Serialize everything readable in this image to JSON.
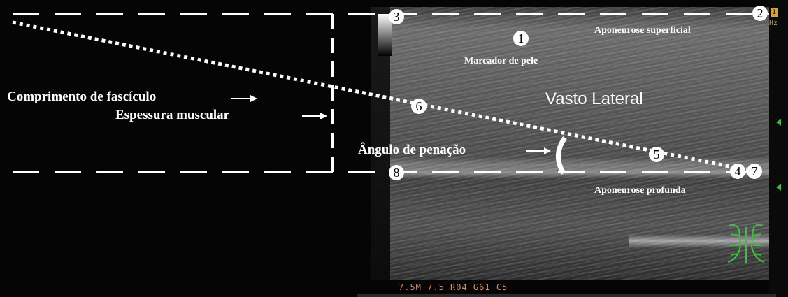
{
  "annotations": {
    "fascicle_length": "Comprimento de fascículo",
    "muscle_thickness": "Espessura muscular",
    "pennation_angle": "Ângulo de penação",
    "skin_marker": "Marcador de pele",
    "muscle": "Vasto Lateral",
    "superficial_aponeurosis": "Aponeurose superficial",
    "deep_aponeurosis": "Aponeurose profunda"
  },
  "markers": [
    "1",
    "2",
    "3",
    "4",
    "5",
    "6",
    "7",
    "8"
  ],
  "device": {
    "footer": "7.5M 7.5 R04 G61 C5",
    "freq_unit": "Hz",
    "badge": "1"
  },
  "icons": {
    "probe": "transducer-probe-icon",
    "depth_marker": "triangle-marker-icon"
  },
  "colors": {
    "annotation": "#ffffff",
    "device_text": "#d09060",
    "marker_green": "#3fbf3f"
  }
}
